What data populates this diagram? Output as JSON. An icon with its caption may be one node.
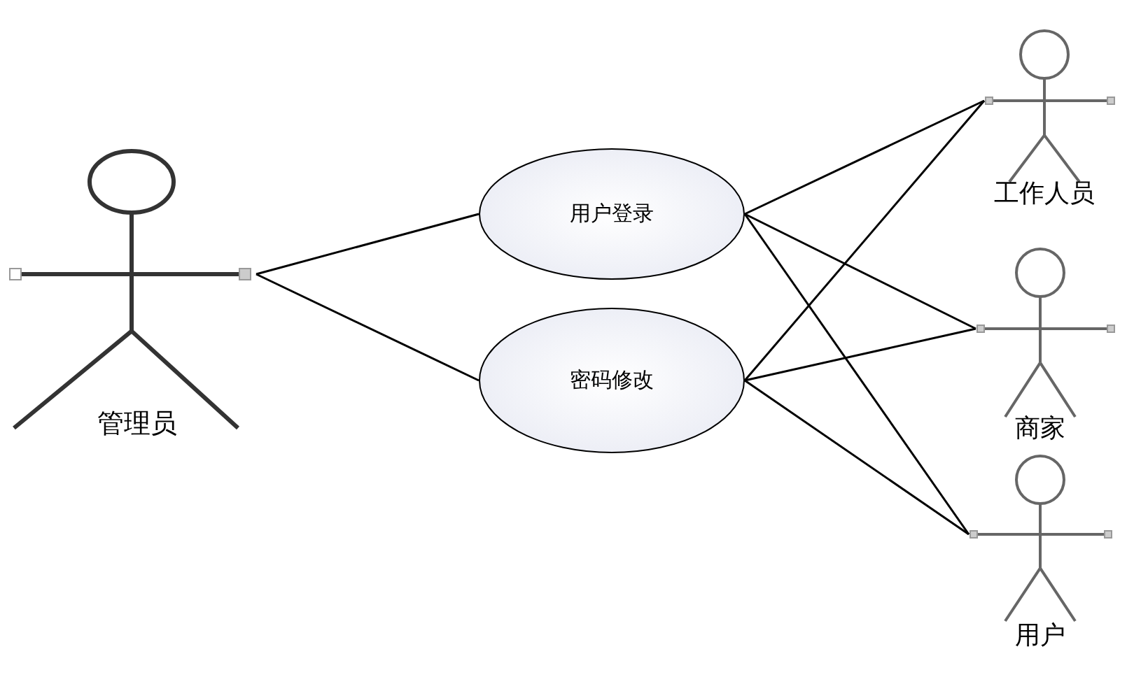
{
  "diagram": {
    "nodes": [
      {
        "text": [
          "管理员"
        ]
      },
      {
        "text": [
          "用户登录"
        ]
      },
      {
        "text": [
          "密码修改"
        ]
      },
      {
        "text": [
          "工作人员"
        ]
      },
      {
        "text": [
          "商家"
        ]
      },
      {
        "text": [
          "用户"
        ]
      }
    ],
    "edges": [
      {
        "from": 0,
        "to": 1,
        "arrow": "none"
      },
      {
        "from": 0,
        "to": 2,
        "arrow": "none"
      },
      {
        "from": 1,
        "to": 3,
        "arrow": "none"
      },
      {
        "from": 1,
        "to": 4,
        "arrow": "none"
      },
      {
        "from": 1,
        "to": 5,
        "arrow": "none"
      },
      {
        "from": 2,
        "to": 3,
        "arrow": "none"
      },
      {
        "from": 2,
        "to": 4,
        "arrow": "none"
      },
      {
        "from": 2,
        "to": 5,
        "arrow": "none"
      }
    ]
  }
}
